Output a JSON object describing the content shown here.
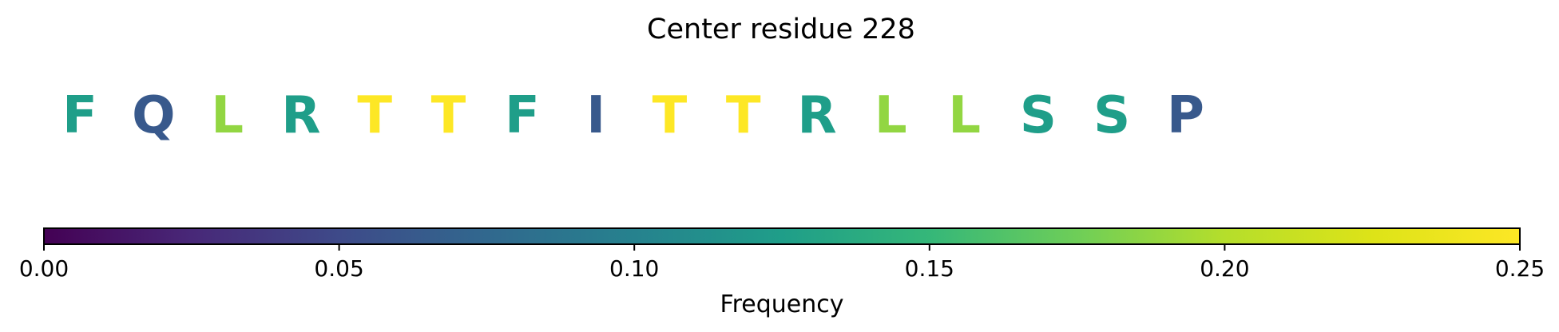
{
  "chart_data": {
    "type": "heatmap",
    "title": "Center residue 228",
    "residues": [
      {
        "letter": "F",
        "frequency": 0.125
      },
      {
        "letter": "Q",
        "frequency": 0.0625
      },
      {
        "letter": "L",
        "frequency": 0.1875
      },
      {
        "letter": "R",
        "frequency": 0.125
      },
      {
        "letter": "T",
        "frequency": 0.25
      },
      {
        "letter": "T",
        "frequency": 0.25
      },
      {
        "letter": "F",
        "frequency": 0.125
      },
      {
        "letter": "I",
        "frequency": 0.0625
      },
      {
        "letter": "T",
        "frequency": 0.25
      },
      {
        "letter": "T",
        "frequency": 0.25
      },
      {
        "letter": "R",
        "frequency": 0.125
      },
      {
        "letter": "L",
        "frequency": 0.1875
      },
      {
        "letter": "L",
        "frequency": 0.1875
      },
      {
        "letter": "S",
        "frequency": 0.125
      },
      {
        "letter": "S",
        "frequency": 0.125
      },
      {
        "letter": "P",
        "frequency": 0.0625
      }
    ],
    "colorbar": {
      "label": "Frequency",
      "range": [
        0.0,
        0.25
      ],
      "ticks": [
        0.0,
        0.05,
        0.1,
        0.15,
        0.2,
        0.25
      ],
      "tick_labels": [
        "0.00",
        "0.05",
        "0.10",
        "0.15",
        "0.20",
        "0.25"
      ],
      "colormap": "viridis",
      "orientation": "horizontal"
    }
  }
}
